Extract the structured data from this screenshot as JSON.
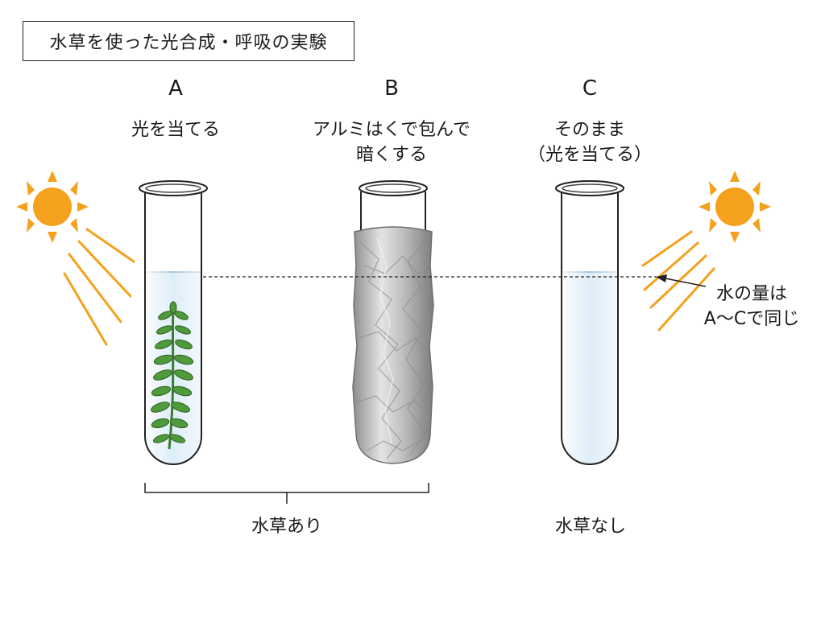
{
  "title": "水草を使った光合成・呼吸の実験",
  "tubes": [
    {
      "letter": "A",
      "condition": [
        "光を当てる"
      ]
    },
    {
      "letter": "B",
      "condition": [
        "アルミはくで包んで",
        "暗くする"
      ]
    },
    {
      "letter": "C",
      "condition": [
        "そのまま",
        "（光を当てる）"
      ]
    }
  ],
  "water_note": [
    "水の量は",
    "A〜Cで同じ"
  ],
  "groups": {
    "with_plant": "水草あり",
    "without_plant": "水草なし"
  },
  "colors": {
    "water": "#d6e9f6",
    "sun": "#f4a11d",
    "plant": "#4f9a3a",
    "foil": "#c9c9c9",
    "glass": "#222222"
  },
  "icons": [
    "sun-icon",
    "waterweed-icon",
    "aluminum-foil-icon"
  ]
}
